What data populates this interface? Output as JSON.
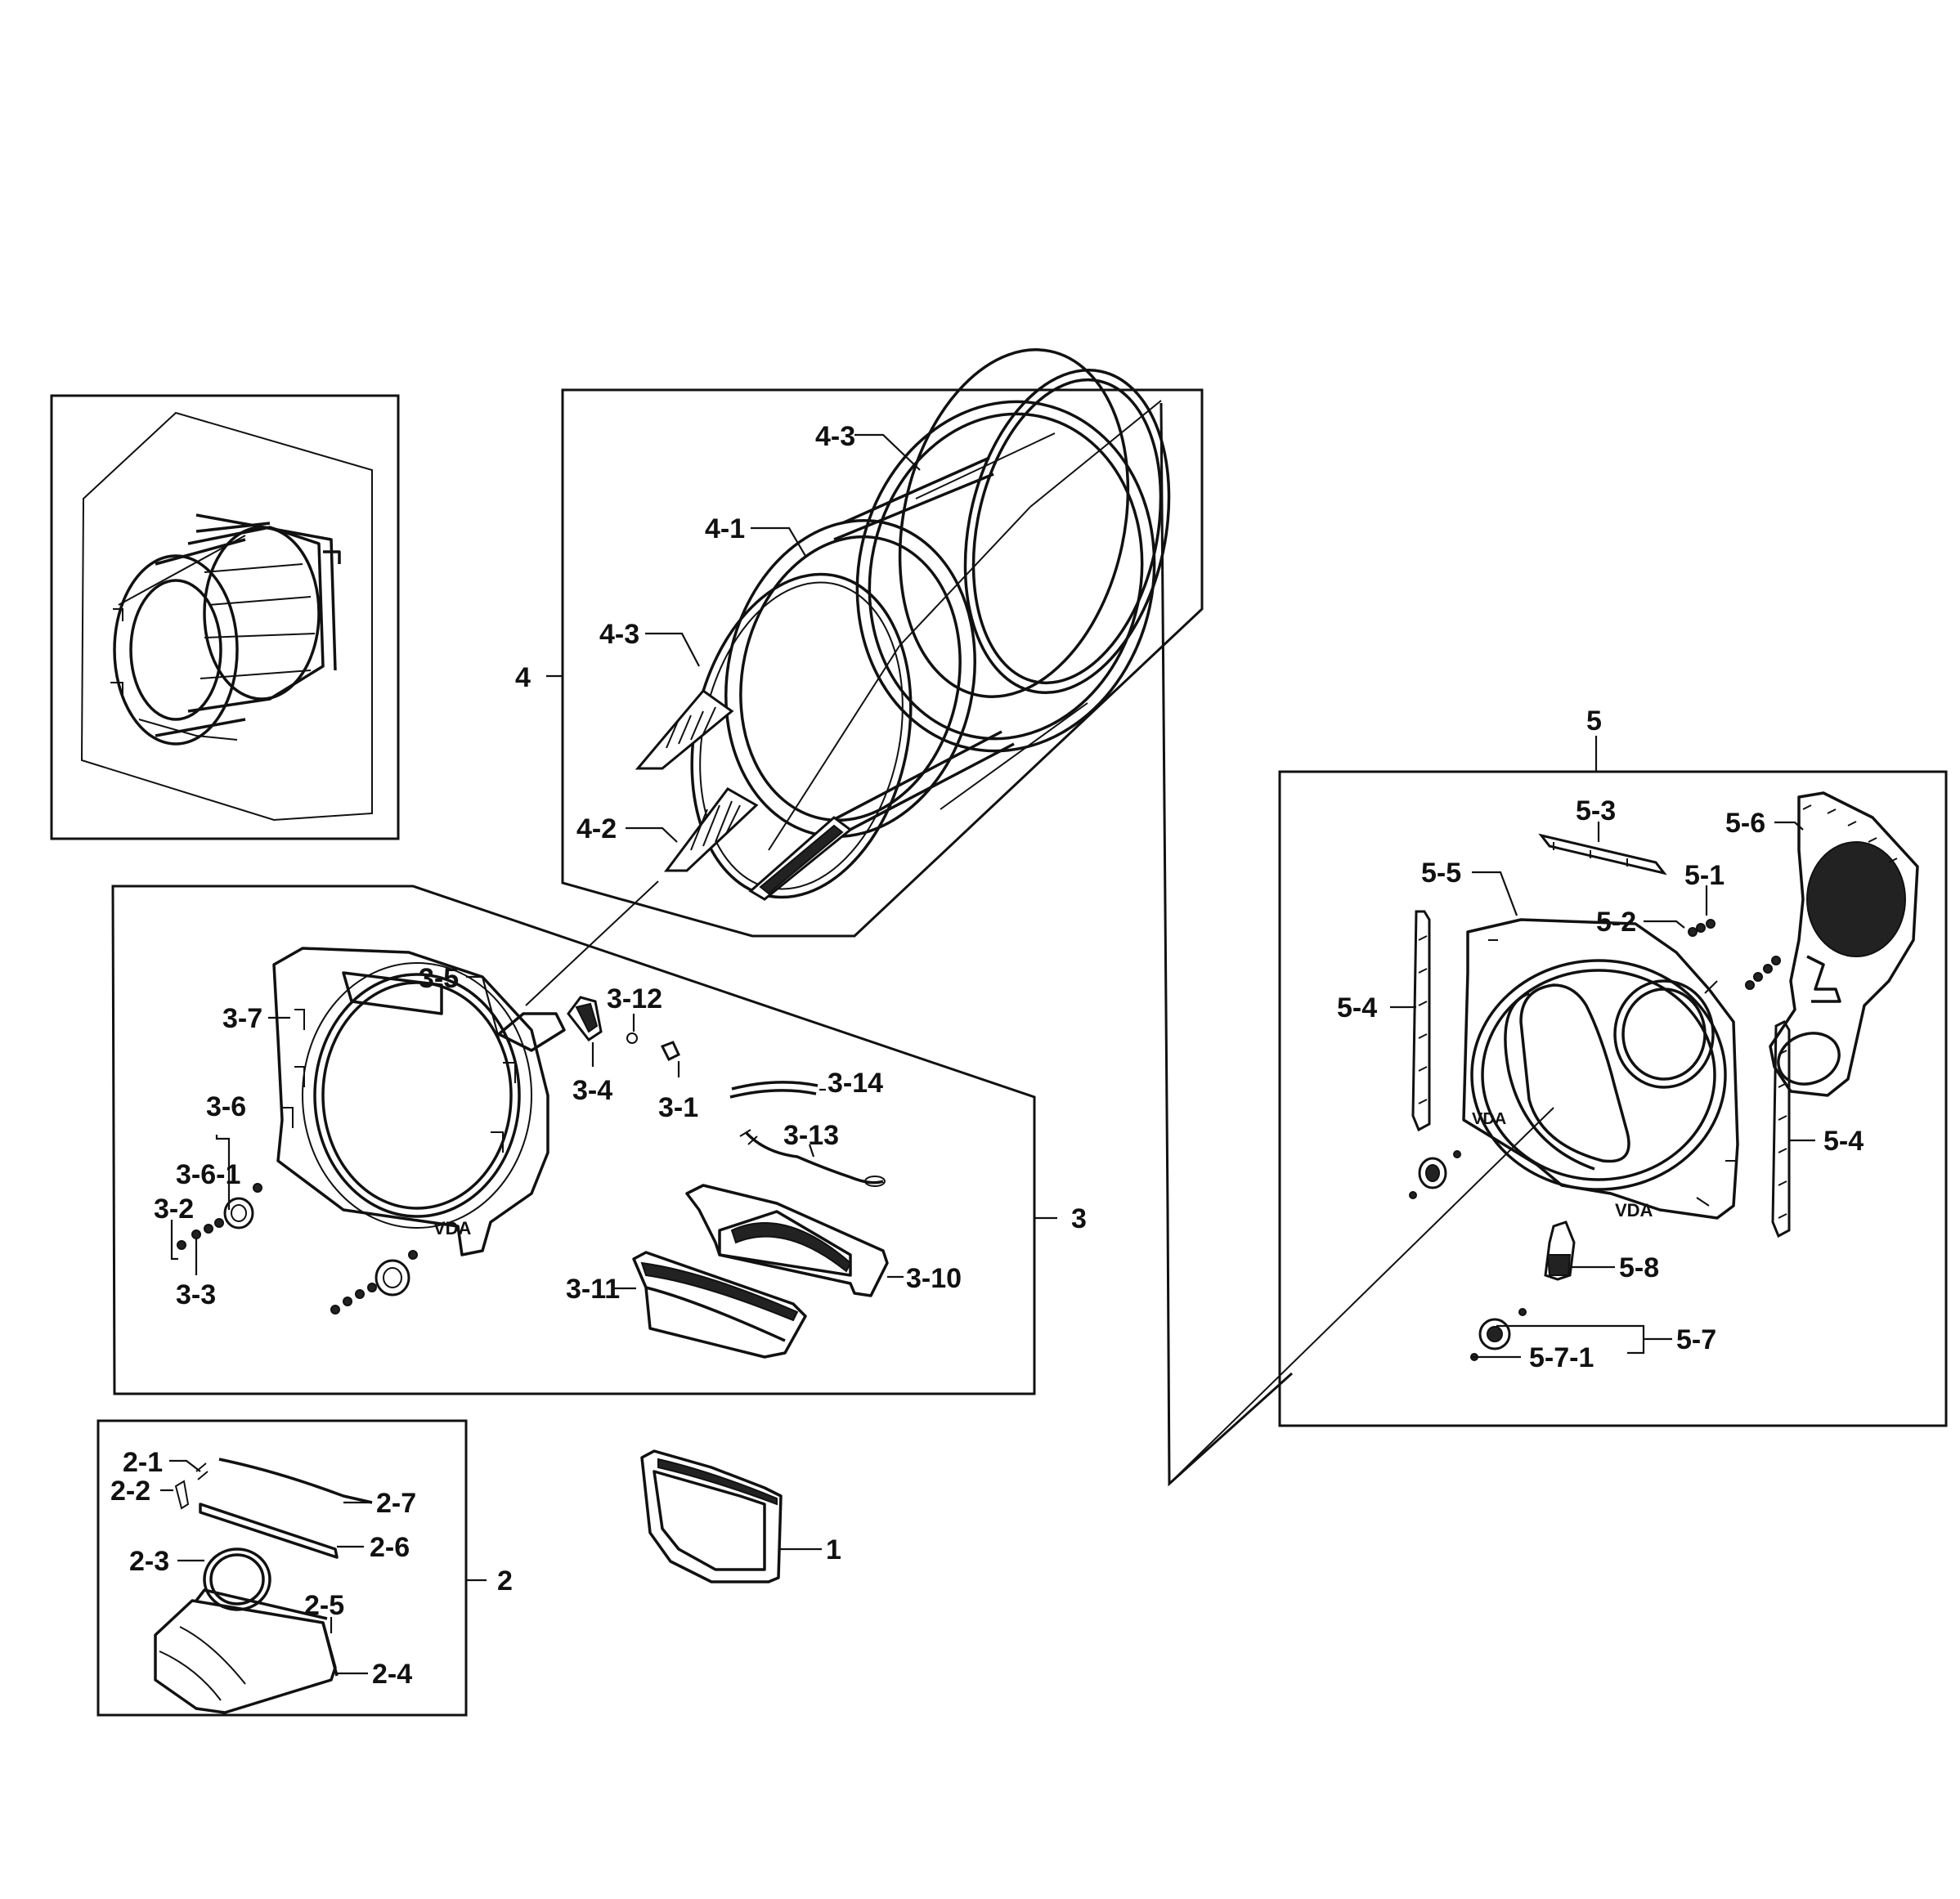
{
  "labels": {
    "p1": "1",
    "p2": "2",
    "p2_1": "2-1",
    "p2_2": "2-2",
    "p2_3": "2-3",
    "p2_4": "2-4",
    "p2_5": "2-5",
    "p2_6": "2-6",
    "p2_7": "2-7",
    "p3": "3",
    "p3_1": "3-1",
    "p3_2": "3-2",
    "p3_3": "3-3",
    "p3_4": "3-4",
    "p3_5": "3-5",
    "p3_6": "3-6",
    "p3_6_1": "3-6-1",
    "p3_7": "3-7",
    "p3_10": "3-10",
    "p3_11": "3-11",
    "p3_12": "3-12",
    "p3_13": "3-13",
    "p3_14": "3-14",
    "p4": "4",
    "p4_1": "4-1",
    "p4_2": "4-2",
    "p4_3_top": "4-3",
    "p4_3_left": "4-3",
    "p5": "5",
    "p5_1": "5-1",
    "p5_2": "5-2",
    "p5_3": "5-3",
    "p5_4_left": "5-4",
    "p5_4_right": "5-4",
    "p5_5": "5-5",
    "p5_6": "5-6",
    "p5_7": "5-7",
    "p5_7_1": "5-7-1",
    "p5_8": "5-8"
  }
}
